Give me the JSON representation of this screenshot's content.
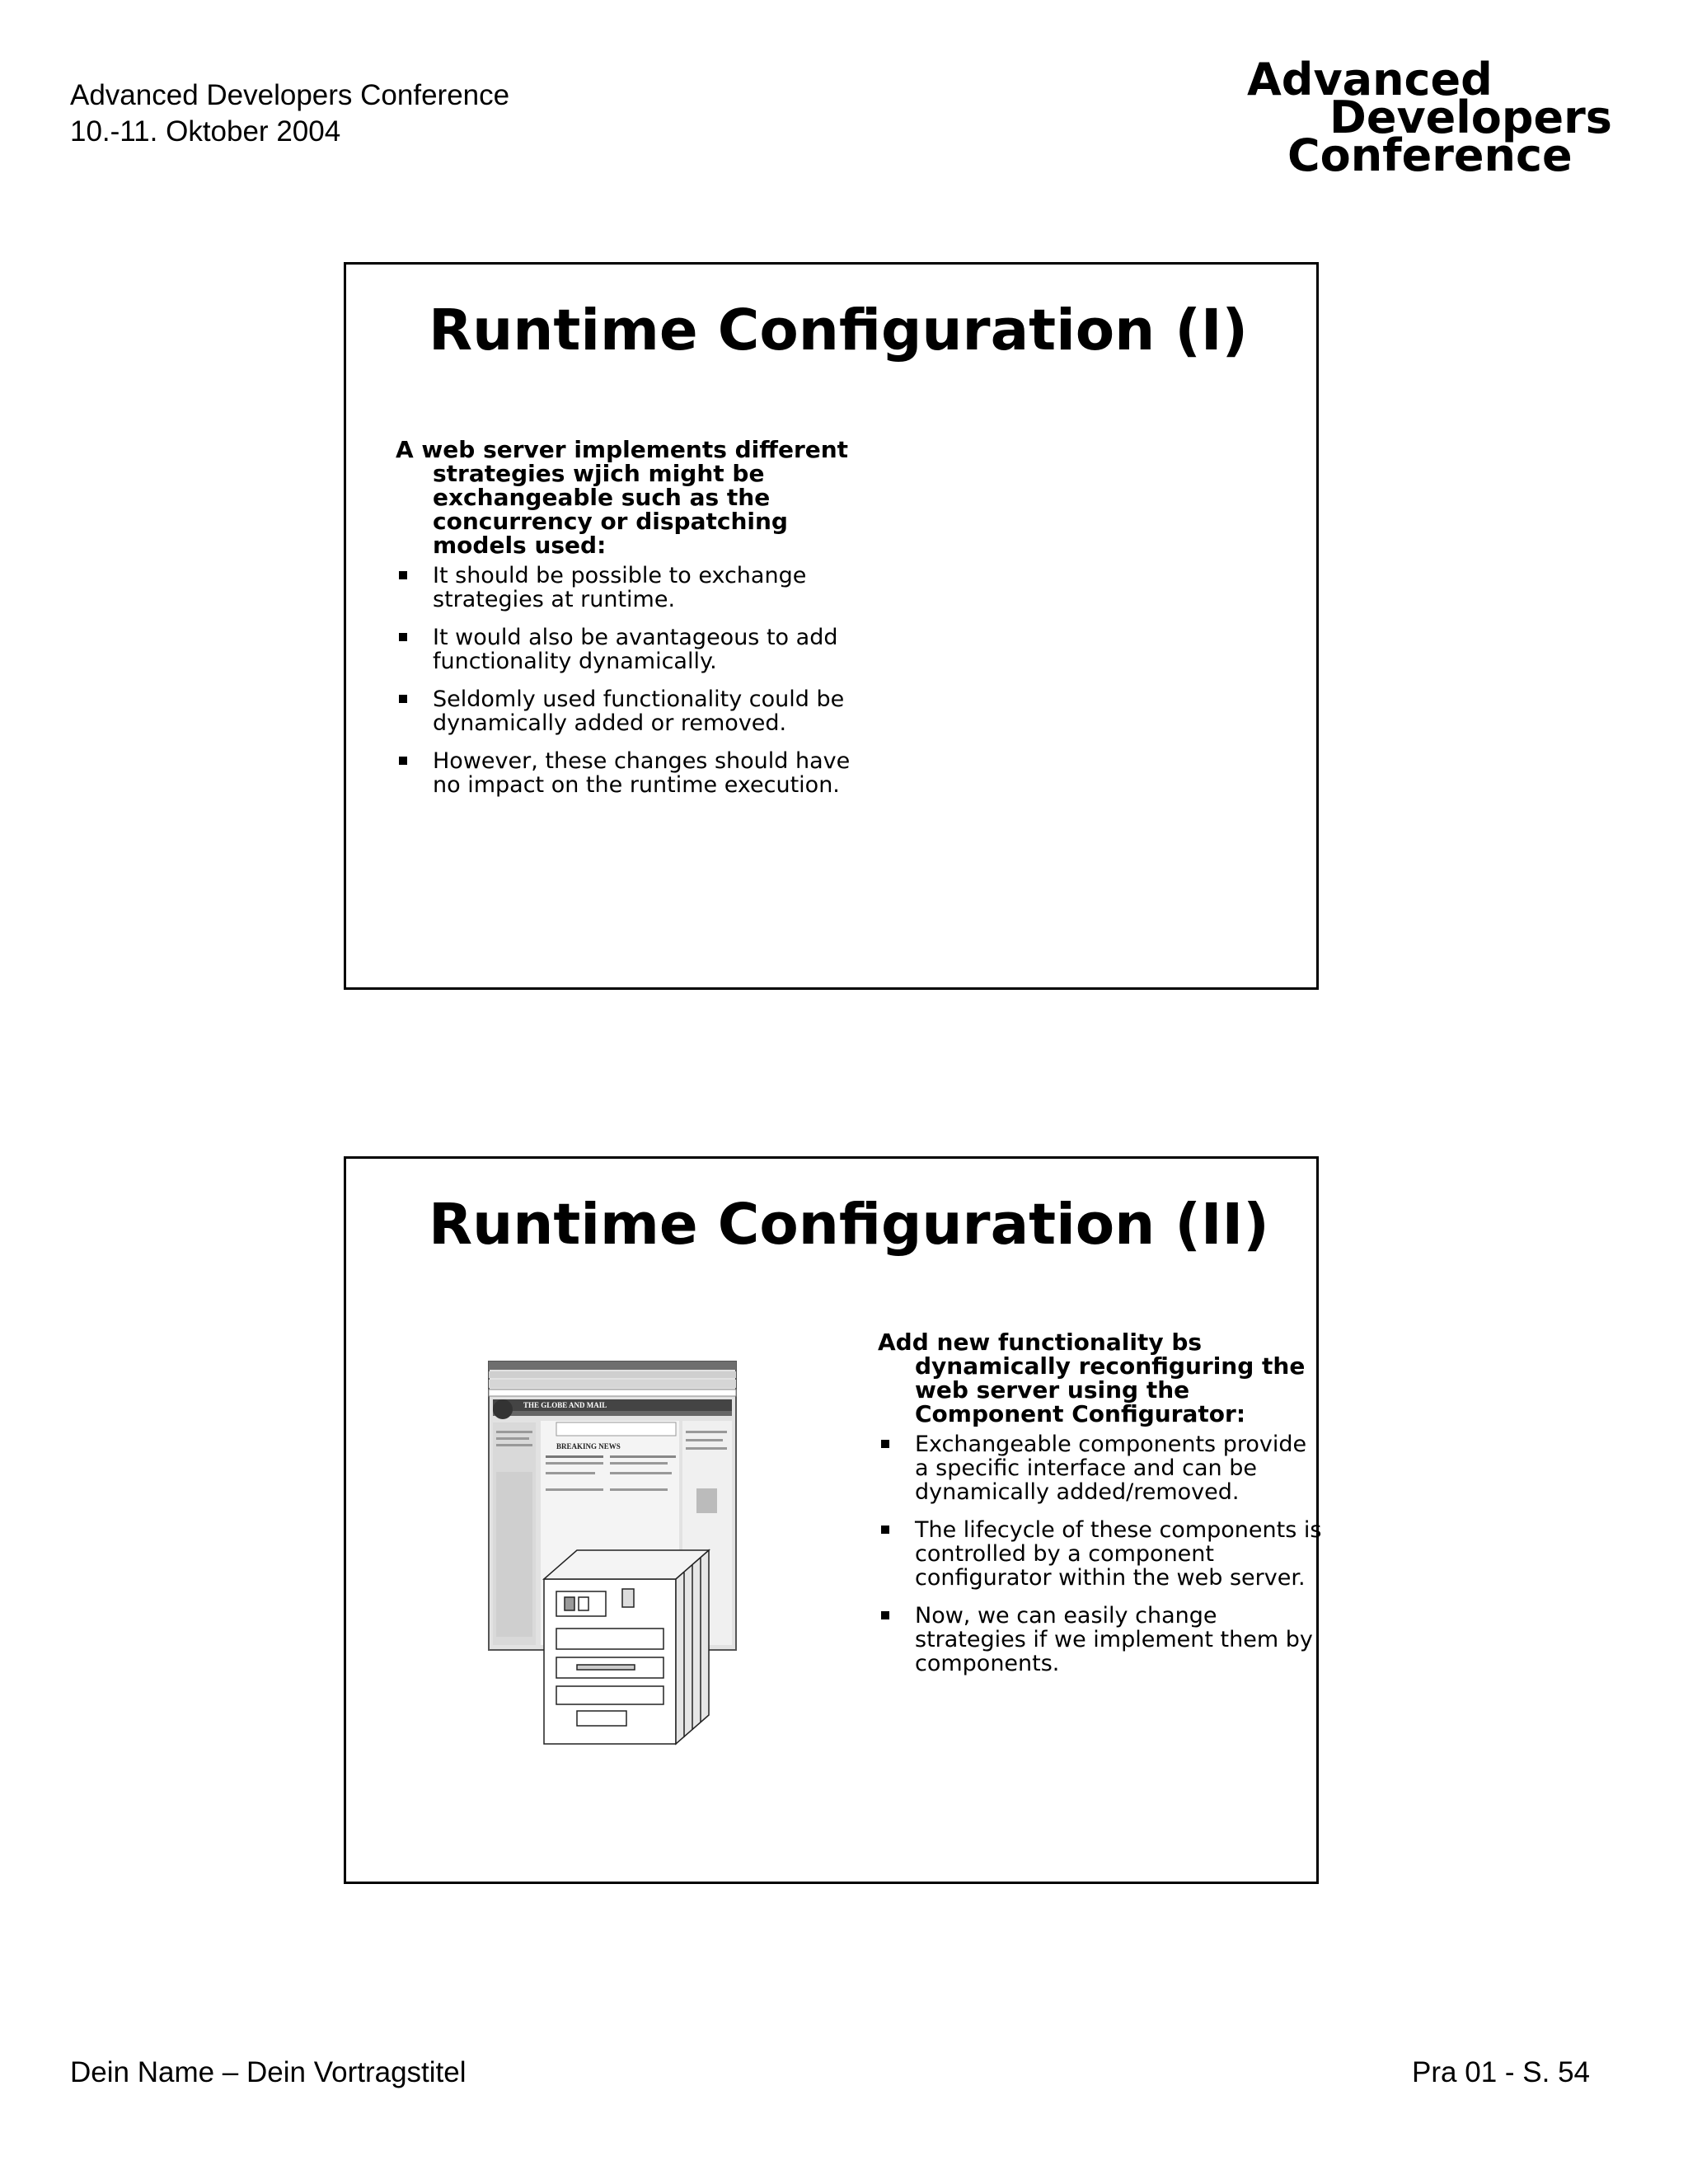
{
  "header": {
    "line1": "Advanced Developers Conference",
    "line2": "10.-11. Oktober 2004"
  },
  "logo": {
    "line1": "Advanced",
    "line2": "Developers",
    "line3": "Conference"
  },
  "slides": [
    {
      "title": "Runtime Configuration (I)",
      "lead": "A web server implements different strategies wjich might be exchangeable such as the concurrency or dispatching models used:",
      "bullets": [
        "It should be possible to exchange strategies at runtime.",
        "It would also be avantageous to add functionality dynamically.",
        "Seldomly used functionality could be dynamically added or removed.",
        "However, these changes should have no impact on the runtime execution."
      ]
    },
    {
      "title": "Runtime Configuration (II)",
      "lead": "Add new functionality bs dynamically reconfiguring the web server using the Component Configurator:",
      "bullets": [
        "Exchangeable components provide a specific interface and can be dynamically added/removed.",
        "The lifecycle of these components is controlled by a component configurator within the web server.",
        "Now, we can easily change strategies if we implement them by components."
      ],
      "illustration": {
        "newspaper_name": "THE GLOBE AND MAIL",
        "section_heading": "BREAKING NEWS"
      }
    }
  ],
  "footer": {
    "left": "Dein Name – Dein Vortragstitel",
    "right": "Pra 01 - S. 54"
  }
}
